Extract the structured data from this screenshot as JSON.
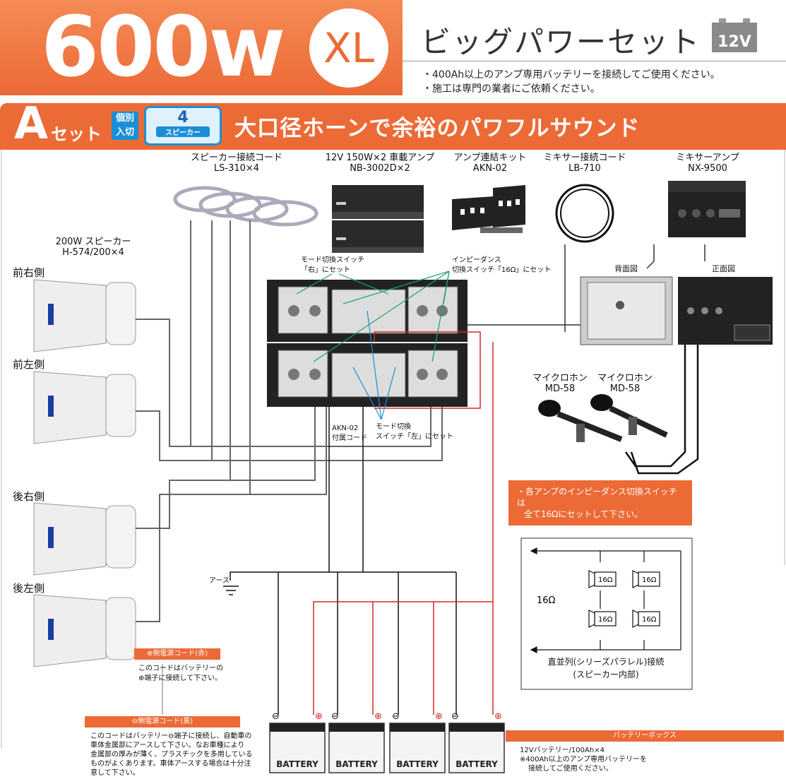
{
  "header": {
    "power": "600w",
    "badge": "XL",
    "set_name": "ビッグパワーセット",
    "voltage": "12V",
    "notes": [
      "・400Ah以上のアンプ専用バッテリーを接続してご使用ください。",
      "・施工は専門の業者にご依頼ください。"
    ]
  },
  "band": {
    "letter": "A",
    "suffix": "セット",
    "kobetsu_1": "個別",
    "kobetsu_2": "入切",
    "speakers_n": "4",
    "speakers_label": "スピーカー",
    "headline": "大口径ホーンで余裕のパワフルサウンド"
  },
  "products": [
    {
      "name": "スピーカー接続コード",
      "model": "LS-310×4"
    },
    {
      "name": "12V 150W×2 車載アンプ",
      "model": "NB-3002D×2"
    },
    {
      "name": "アンプ連結キット",
      "model": "AKN-02"
    },
    {
      "name": "ミキサー接続コード",
      "model": "LB-710"
    },
    {
      "name": "ミキサーアンプ",
      "model": "NX-9500"
    }
  ],
  "speaker": {
    "name": "200W スピーカー",
    "model": "H-574/200×4"
  },
  "sides": [
    "前右側",
    "前左側",
    "後右側",
    "後左側"
  ],
  "callouts": {
    "mode_right_1": "モード切換スイッチ",
    "mode_right_2": "「右」にセット",
    "imp_1": "インピーダンス",
    "imp_2": "切換スイッチ「16Ω」にセット",
    "back_view": "背面図",
    "front_view": "正面図",
    "akn_1": "AKN-02",
    "akn_2": "付属コード",
    "mode_left_1": "モード切換",
    "mode_left_2": "スイッチ「左」にセット",
    "earth": "アース"
  },
  "mics": [
    {
      "name": "マイクロホン",
      "model": "MD-58"
    },
    {
      "name": "マイクロホン",
      "model": "MD-58"
    }
  ],
  "imp_note": [
    "・各アンプのインピーダンス切換スイッチは",
    "全て16Ωにセットして下さい。"
  ],
  "wiring": {
    "ohm": "16Ω",
    "unit": "16Ω",
    "caption_1": "直並列(シリーズパラレル)接続",
    "caption_2": "(スピーカー内部)"
  },
  "plus_cord": {
    "title": "⊕側電源コード(赤)",
    "text": [
      "このコードはバッテリーの",
      "⊕端子に接続して下さい。"
    ]
  },
  "minus_cord": {
    "title": "⊖側電源コード(黒)",
    "text": [
      "このコードはバッテリー⊖端子に接続し、自動車の",
      "車体金属部にアースして下さい。なお車種により",
      "金属部の厚みが薄く、プラスチックを多用している",
      "ものがよくあります。車体アースする場合は十分注",
      "意して下さい。"
    ]
  },
  "battery_box": {
    "title": "バッテリーボックス",
    "text": [
      "12Vバッテリー/100Ah×4",
      "※400Ah以上のアンプ専用バッテリーを",
      "接続してご使用ください。"
    ]
  },
  "battery_label": "BATTERY",
  "terminals": {
    "minus": "⊖",
    "plus": "⊕"
  },
  "colors": {
    "accent": "#ec6a36",
    "blue": "#1a8fd8",
    "wire_red": "#d42a2a",
    "wire_green": "#1aa36b"
  }
}
